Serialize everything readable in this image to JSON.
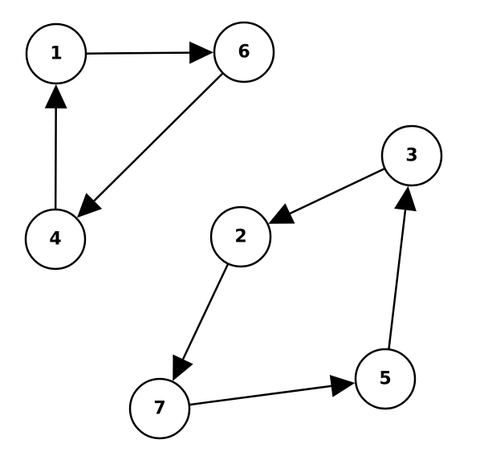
{
  "diagram": {
    "type": "directed-graph",
    "colors": {
      "stroke": "#000000",
      "node_fill": "#ffffff",
      "label": "#000000"
    },
    "nodes": [
      {
        "id": "1",
        "label": "1"
      },
      {
        "id": "6",
        "label": "6"
      },
      {
        "id": "4",
        "label": "4"
      },
      {
        "id": "3",
        "label": "3"
      },
      {
        "id": "2",
        "label": "2"
      },
      {
        "id": "7",
        "label": "7"
      },
      {
        "id": "5",
        "label": "5"
      }
    ],
    "edges": [
      {
        "from": "1",
        "to": "6"
      },
      {
        "from": "6",
        "to": "4"
      },
      {
        "from": "4",
        "to": "1"
      },
      {
        "from": "3",
        "to": "2"
      },
      {
        "from": "2",
        "to": "7"
      },
      {
        "from": "7",
        "to": "5"
      },
      {
        "from": "5",
        "to": "3"
      }
    ]
  }
}
